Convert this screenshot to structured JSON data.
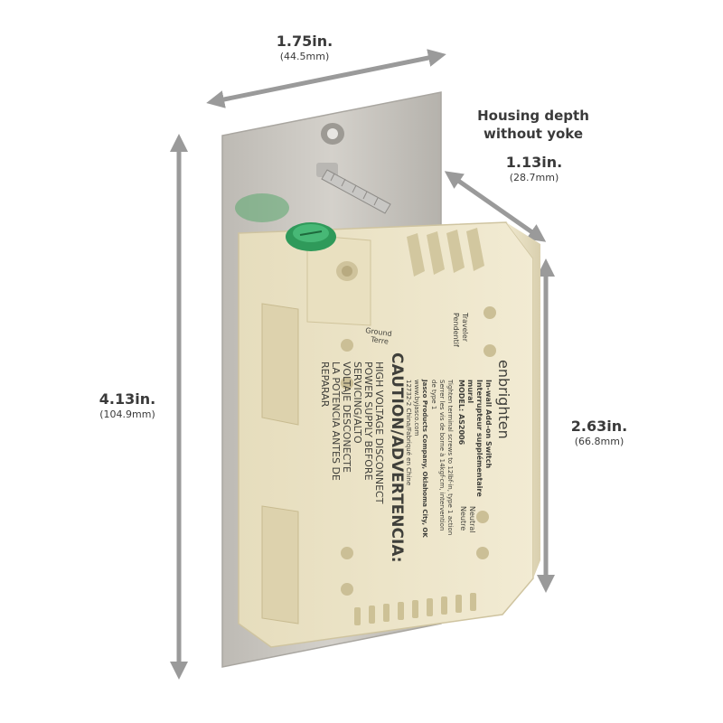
{
  "dimensions": {
    "width": {
      "value": "1.75in.",
      "metric": "(44.5mm)"
    },
    "height": {
      "value": "4.13in.",
      "metric": "(104.9mm)"
    },
    "housing_depth": {
      "label_line1": "Housing depth",
      "label_line2": "without yoke",
      "value": "1.13in.",
      "metric": "(28.7mm)"
    },
    "body_height": {
      "value": "2.63in.",
      "metric": "(66.8mm)"
    }
  },
  "device_label": {
    "brand": "enbrighten",
    "product_line1": "In-wall Add-on Switch",
    "product_line2": "Interrupteur supplémentaire",
    "product_line3": "mural",
    "model": "MODEL: AS2006",
    "instructions_en": "Tighten terminal screws to 12lbf-in, type 1 action",
    "instructions_fr": "Serrer les vis de borne à 14kgf-cm, intervention",
    "instructions_fr2": "de type 1",
    "company": "Jasco Products Company, Oklahoma City, OK",
    "website": "www.byjasco.com",
    "origin": "12732-2 China/Fabriqué en Chine",
    "caution_title": "CAUTION/ADVERTENCIA:",
    "caution_lines": [
      "HIGH VOLTAGE DISCONNECT",
      "POWER SUPPLY BEFORE",
      "SERVICING/ALTO",
      "VOLTAJE DESCONECTE",
      "LA POTENCIA ANTES DE",
      "REPARAR"
    ],
    "ground_label": "Ground",
    "ground_label_fr": "Terre",
    "traveler_label": "Traveler",
    "traveler_label_fr": "Pendentif",
    "neutral_label": "Neutral",
    "neutral_label_fr": "Neutre"
  },
  "colors": {
    "arrow": "#9a9a9a",
    "plate": "#c9c6c0",
    "body": "#ece4c8",
    "screw_green": "#2f9a5a"
  }
}
